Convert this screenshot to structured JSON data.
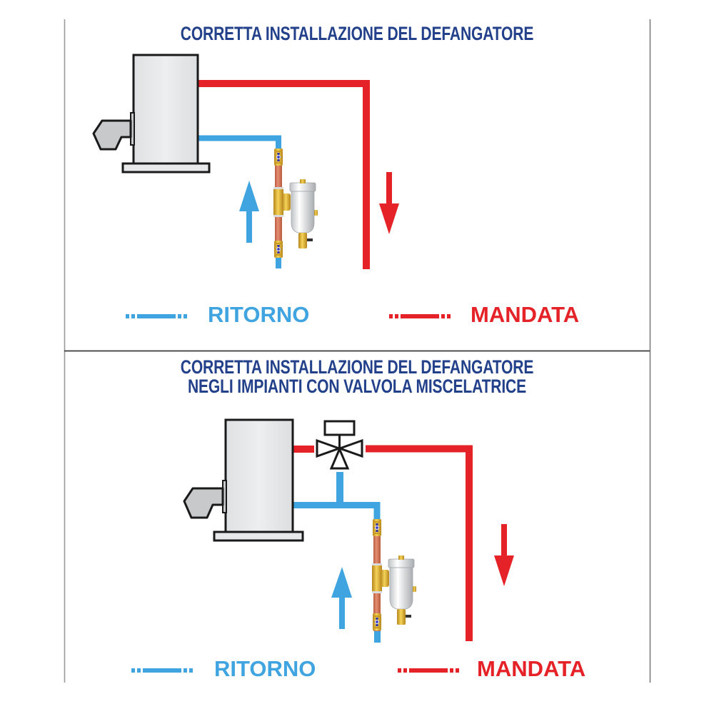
{
  "colors": {
    "title": "#23418a",
    "supply_red": "#e42227",
    "return_blue": "#3fa4df",
    "boiler_fill": "#e6e8ea",
    "burner_fill": "#c8c9ca",
    "outline": "#1a1a1a",
    "copper": "#d9775a",
    "brass": "#e8b62a",
    "frame_line": "#8a8a8a"
  },
  "panels": [
    {
      "title_lines": [
        "CORRETTA INSTALLAZIONE DEL DEFANGATORE"
      ],
      "legend": {
        "return_label": "RITORNO",
        "supply_label": "MANDATA"
      },
      "components": [
        "boiler-icon",
        "burner-icon",
        "supply-pipe",
        "return-pipe",
        "ball-valve-icon",
        "dirt-separator-icon",
        "flow-up-arrow-icon",
        "flow-down-arrow-icon"
      ]
    },
    {
      "title_lines": [
        "CORRETTA INSTALLAZIONE DEL DEFANGATORE",
        "NEGLI IMPIANTI CON VALVOLA MISCELATRICE"
      ],
      "legend": {
        "return_label": "RITORNO",
        "supply_label": "MANDATA"
      },
      "components": [
        "boiler-icon",
        "burner-icon",
        "three-way-mixing-valve-icon",
        "supply-pipe",
        "return-pipe",
        "ball-valve-icon",
        "dirt-separator-icon",
        "flow-up-arrow-icon",
        "flow-down-arrow-icon"
      ]
    }
  ]
}
